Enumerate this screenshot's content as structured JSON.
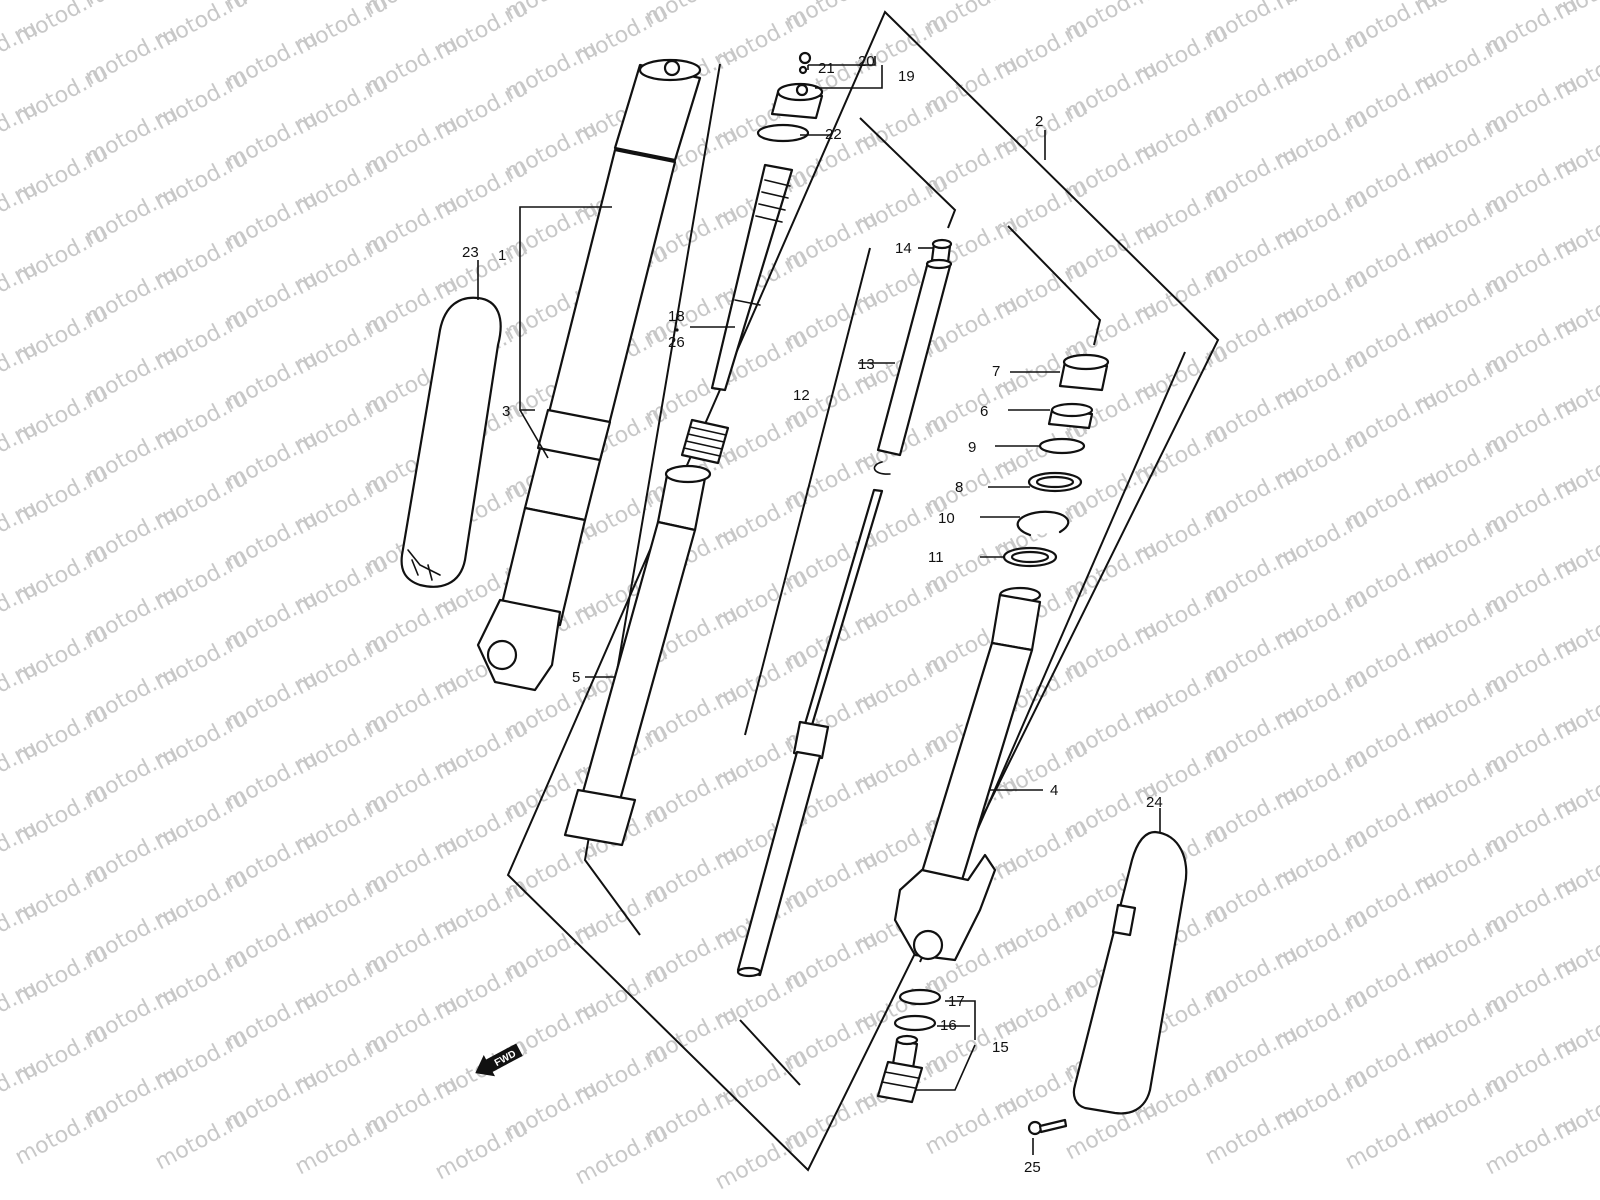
{
  "watermark": "motod.ru",
  "fwd_label": "FWD",
  "callouts": {
    "c1": "1",
    "c2": "2",
    "c3": "3",
    "c4": "4",
    "c5": "5",
    "c6": "6",
    "c7": "7",
    "c8": "8",
    "c9": "9",
    "c10": "10",
    "c11": "11",
    "c12": "12",
    "c13": "13",
    "c14": "14",
    "c15": "15",
    "c16": "16",
    "c17": "17",
    "c18": "18",
    "c19": "19",
    "c20": "20",
    "c21": "21",
    "c22": "22",
    "c23": "23",
    "c24": "24",
    "c25": "25",
    "c26": "26"
  },
  "colors": {
    "line": "#111111",
    "watermark": "#c8c8c8",
    "background": "#ffffff"
  }
}
